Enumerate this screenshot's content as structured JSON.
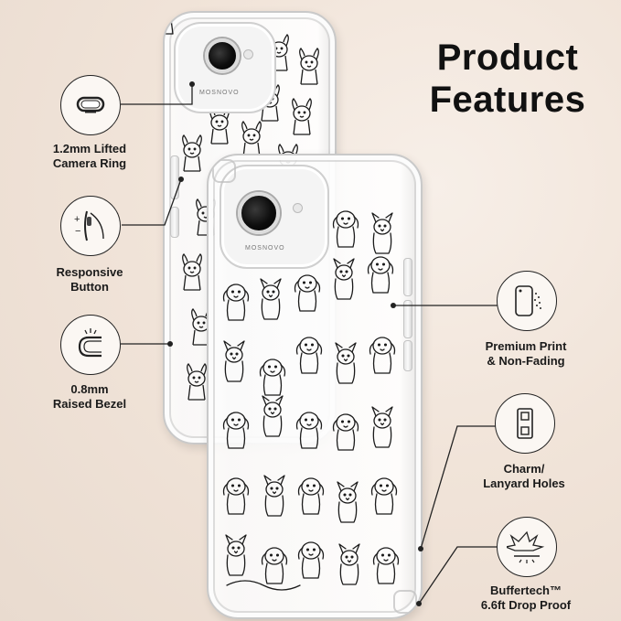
{
  "title": {
    "line1": "Product",
    "line2": "Features"
  },
  "brand_mark": "MOSNOVO",
  "features_left": [
    {
      "icon": "camera-ring-icon",
      "line1": "1.2mm Lifted",
      "line2": "Camera Ring"
    },
    {
      "icon": "responsive-button-icon",
      "line1": "Responsive",
      "line2": "Button"
    },
    {
      "icon": "raised-bezel-icon",
      "line1": "0.8mm",
      "line2": "Raised Bezel"
    }
  ],
  "features_right": [
    {
      "icon": "premium-print-icon",
      "line1": "Premium Print",
      "line2": "& Non-Fading"
    },
    {
      "icon": "lanyard-holes-icon",
      "line1": "Charm/",
      "line2": "Lanyard Holes"
    },
    {
      "icon": "drop-proof-icon",
      "line1": "Buffertech™",
      "line2": "6.6ft Drop Proof"
    }
  ],
  "button_symbols": {
    "plus": "+",
    "minus": "−"
  },
  "colors": {
    "background": "#f1e4d9",
    "ink": "#111111",
    "leader": "#222222"
  }
}
